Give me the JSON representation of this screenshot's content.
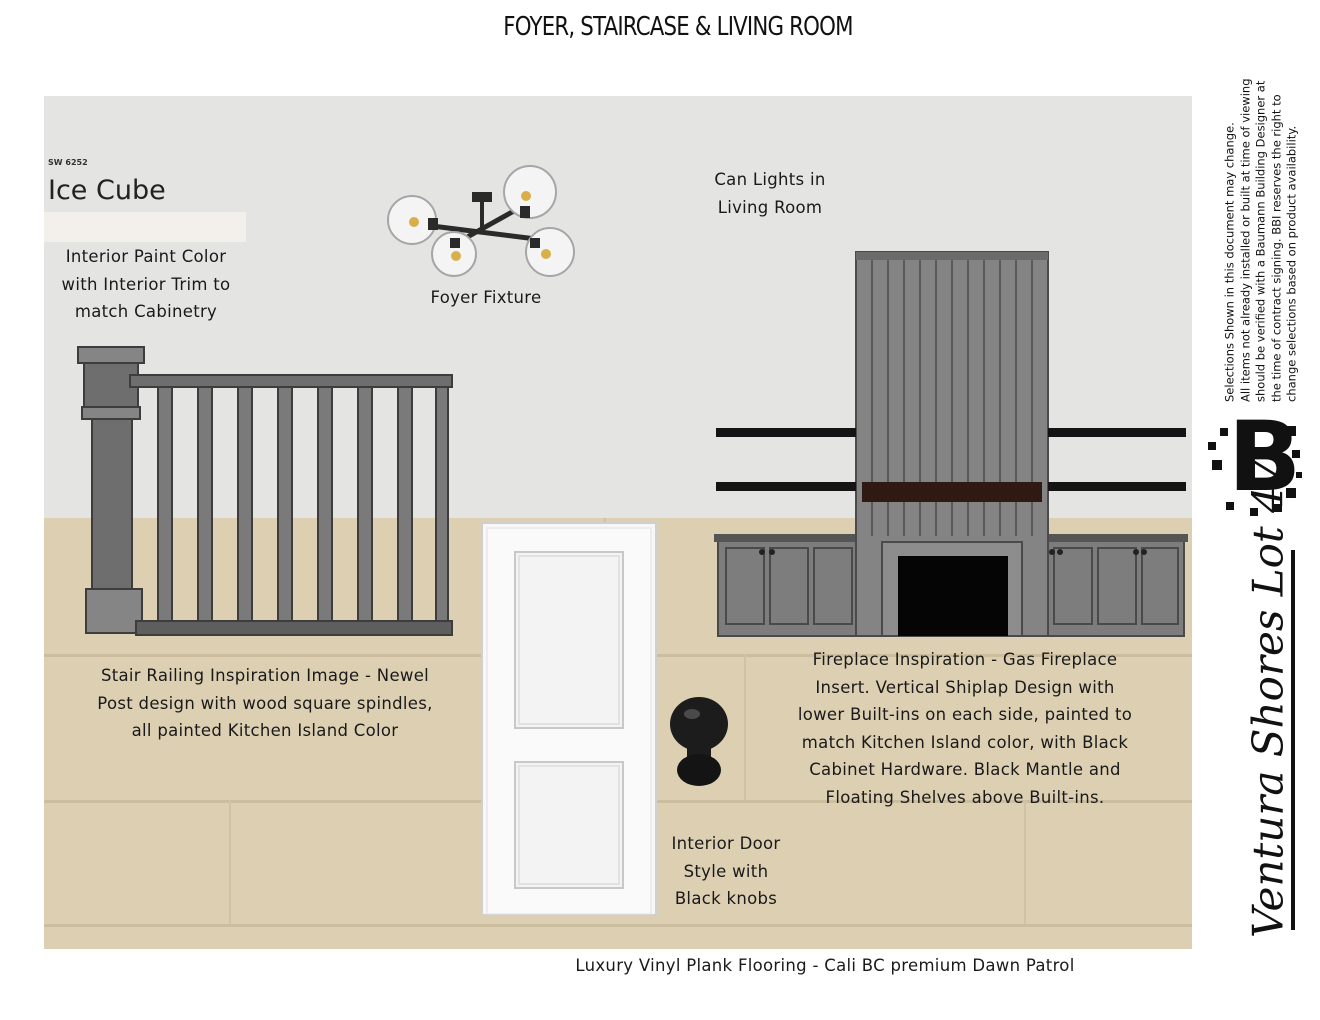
{
  "title": "FOYER, STAIRCASE & LIVING ROOM",
  "paint": {
    "code": "SW 6252",
    "name": "Ice Cube",
    "chip_color": "#f3efeb",
    "label_lines": [
      "Interior Paint Color",
      "with Interior Trim to",
      "match Cabinetry"
    ]
  },
  "foyer_fixture": {
    "label": "Foyer Fixture"
  },
  "can_lights": {
    "label_lines": [
      "Can Lights in",
      "Living Room"
    ]
  },
  "stair": {
    "label_lines": [
      "Stair Railing Inspiration Image - Newel",
      "Post design with wood square spindles,",
      "all painted Kitchen Island Color"
    ]
  },
  "fireplace": {
    "label_lines": [
      "Fireplace Inspiration - Gas Fireplace",
      "Insert. Vertical Shiplap Design with",
      "lower Built-ins on each side, painted to",
      "match Kitchen Island color, with Black",
      "Cabinet Hardware. Black Mantle and",
      "Floating Shelves above Built-ins."
    ]
  },
  "door": {
    "label_lines": [
      "Interior Door",
      "Style with",
      "Black knobs"
    ]
  },
  "flooring": {
    "label": "Luxury Vinyl Plank Flooring - Cali BC premium Dawn Patrol"
  },
  "disclaimer_lines": [
    "Selections Shown in this document may change.",
    "All items not already installed or built at time of viewing",
    "should be verified with a Baumann Building Designer at",
    "the time of contract signing.  BBI reserves the right to",
    "change selections based on product availability."
  ],
  "logo": {
    "letter": "B"
  },
  "lot_title": "Ventura Shores Lot 47",
  "colors": {
    "wall": "#e4e4e3",
    "floor": "#dccfb2",
    "cabinet_gray": "#7d7d7d",
    "black": "#111111"
  }
}
